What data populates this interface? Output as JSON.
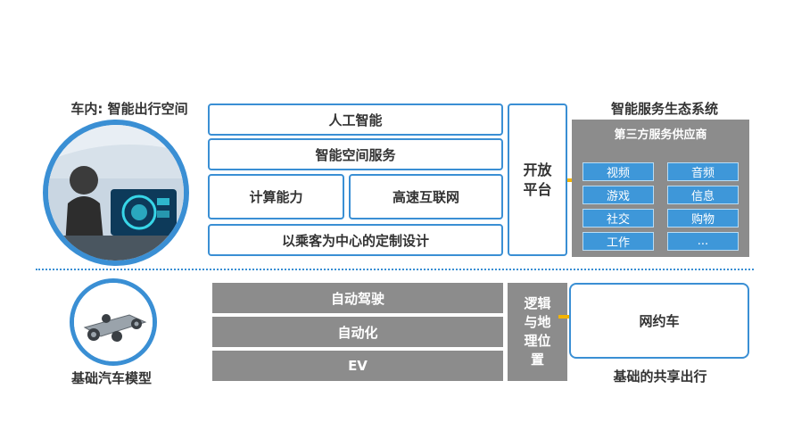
{
  "top": {
    "left_title": "车内: 智能出行空间",
    "rows": {
      "ai": "人工智能",
      "space": "智能空间服务",
      "compute": "计算能力",
      "network": "高速互联网",
      "design": "以乘客为中心的定制设计"
    },
    "platform_label": "开放\n平台",
    "right_title": "智能服务生态系统",
    "ecosystem": {
      "header": "第三方服务供应商",
      "left_items": [
        "视频",
        "游戏",
        "社交",
        "工作"
      ],
      "right_items": [
        "音频",
        "信息",
        "购物",
        "..."
      ]
    }
  },
  "bottom": {
    "left_title": "基础汽车模型",
    "rows": [
      "自动驾驶",
      "自动化",
      "EV"
    ],
    "logic_label": "逻辑\n与地\n理位\n置",
    "ride_label": "网约车",
    "right_title": "基础的共享出行"
  },
  "colors": {
    "blue": "#3a8fd4",
    "grey": "#8c8c8c",
    "accent": "#f4b400",
    "chip": "#3e97d9"
  }
}
